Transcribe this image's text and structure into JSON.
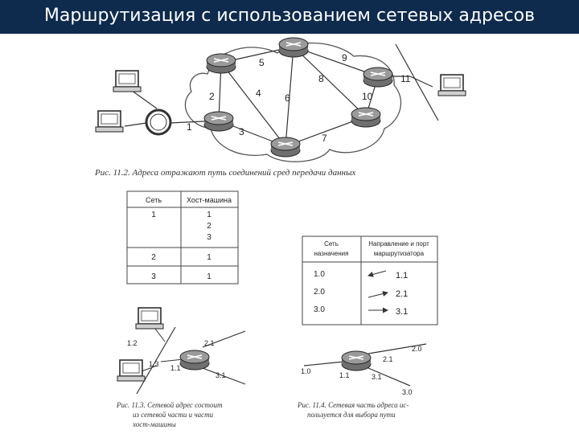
{
  "slide_title": "Маршрутизация с использованием сетевых адресов",
  "fig_11_2": {
    "caption": "Рис. 11.2. Адреса отражают путь соединений сред передачи данных",
    "link_labels": [
      "1",
      "2",
      "3",
      "4",
      "5",
      "6",
      "7",
      "8",
      "9",
      "10",
      "11"
    ]
  },
  "table_left": {
    "headers": [
      "Сеть",
      "Хост-машина"
    ],
    "rows": [
      {
        "net": "1",
        "hosts": [
          "1",
          "2",
          "3"
        ]
      },
      {
        "net": "2",
        "hosts": [
          "1"
        ]
      },
      {
        "net": "3",
        "hosts": [
          "1"
        ]
      }
    ]
  },
  "table_right": {
    "headers": [
      "Сеть назначения",
      "Направление и порт маршрутизатора"
    ],
    "rows": [
      {
        "net": "1.0",
        "dir": "1.1"
      },
      {
        "net": "2.0",
        "dir": "2.1"
      },
      {
        "net": "3.0",
        "dir": "3.1"
      }
    ]
  },
  "fig_11_3": {
    "caption_lines": [
      "Рис. 11.3. Сетевой адрес состоит",
      "из сетевой части и части",
      "хост-машины"
    ],
    "addr_labels": [
      "1.2",
      "1.3",
      "1.1",
      "2.1",
      "3.1"
    ]
  },
  "fig_11_4": {
    "caption_lines": [
      "Рис. 11.4. Сетевая часть адреса ис-",
      "пользуется для выбора пути"
    ],
    "addr_labels": [
      "1.0",
      "1.1",
      "2.1",
      "2.0",
      "3.1",
      "3.0"
    ]
  }
}
